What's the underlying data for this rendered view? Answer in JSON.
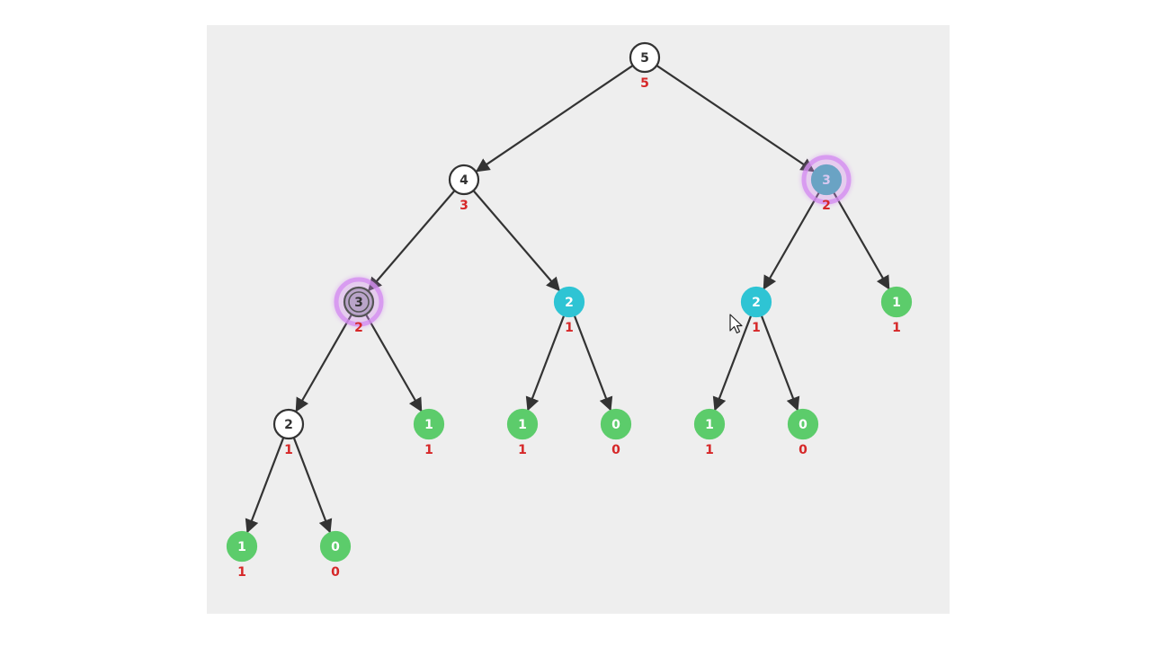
{
  "colors": {
    "panel_bg": "#eeeeee",
    "unvisited_fill": "#ffffff",
    "unvisited_text": "#333333",
    "base_case_fill": "#5ccc6b",
    "computed_fill": "#2ec4d4",
    "active_fill": "#6aa3c4",
    "active_ring": "#d58ff0",
    "memo_text": "#d62728",
    "edge": "#333333"
  },
  "tree": {
    "nodes": [
      {
        "id": "n5",
        "value": "5",
        "memo": "5",
        "state": "unvisited"
      },
      {
        "id": "n4",
        "value": "4",
        "memo": "3",
        "state": "unvisited"
      },
      {
        "id": "n3r",
        "value": "3",
        "memo": "2",
        "state": "active"
      },
      {
        "id": "n3l",
        "value": "3",
        "memo": "2",
        "state": "pending"
      },
      {
        "id": "n2m",
        "value": "2",
        "memo": "1",
        "state": "computed"
      },
      {
        "id": "n2r",
        "value": "2",
        "memo": "1",
        "state": "computed"
      },
      {
        "id": "n1r",
        "value": "1",
        "memo": "1",
        "state": "base"
      },
      {
        "id": "n2l",
        "value": "2",
        "memo": "1",
        "state": "unvisited"
      },
      {
        "id": "n1a",
        "value": "1",
        "memo": "1",
        "state": "base"
      },
      {
        "id": "n1b",
        "value": "1",
        "memo": "1",
        "state": "base"
      },
      {
        "id": "n0b",
        "value": "0",
        "memo": "0",
        "state": "base"
      },
      {
        "id": "n1c",
        "value": "1",
        "memo": "1",
        "state": "base"
      },
      {
        "id": "n0c",
        "value": "0",
        "memo": "0",
        "state": "base"
      },
      {
        "id": "n1d",
        "value": "1",
        "memo": "1",
        "state": "base"
      },
      {
        "id": "n0d",
        "value": "0",
        "memo": "0",
        "state": "base"
      }
    ],
    "edges": [
      [
        "n5",
        "n4"
      ],
      [
        "n5",
        "n3r"
      ],
      [
        "n4",
        "n3l"
      ],
      [
        "n4",
        "n2m"
      ],
      [
        "n3r",
        "n2r"
      ],
      [
        "n3r",
        "n1r"
      ],
      [
        "n3l",
        "n2l"
      ],
      [
        "n3l",
        "n1a"
      ],
      [
        "n2m",
        "n1b"
      ],
      [
        "n2m",
        "n0b"
      ],
      [
        "n2r",
        "n1c"
      ],
      [
        "n2r",
        "n0c"
      ],
      [
        "n2l",
        "n1d"
      ],
      [
        "n2l",
        "n0d"
      ]
    ]
  }
}
